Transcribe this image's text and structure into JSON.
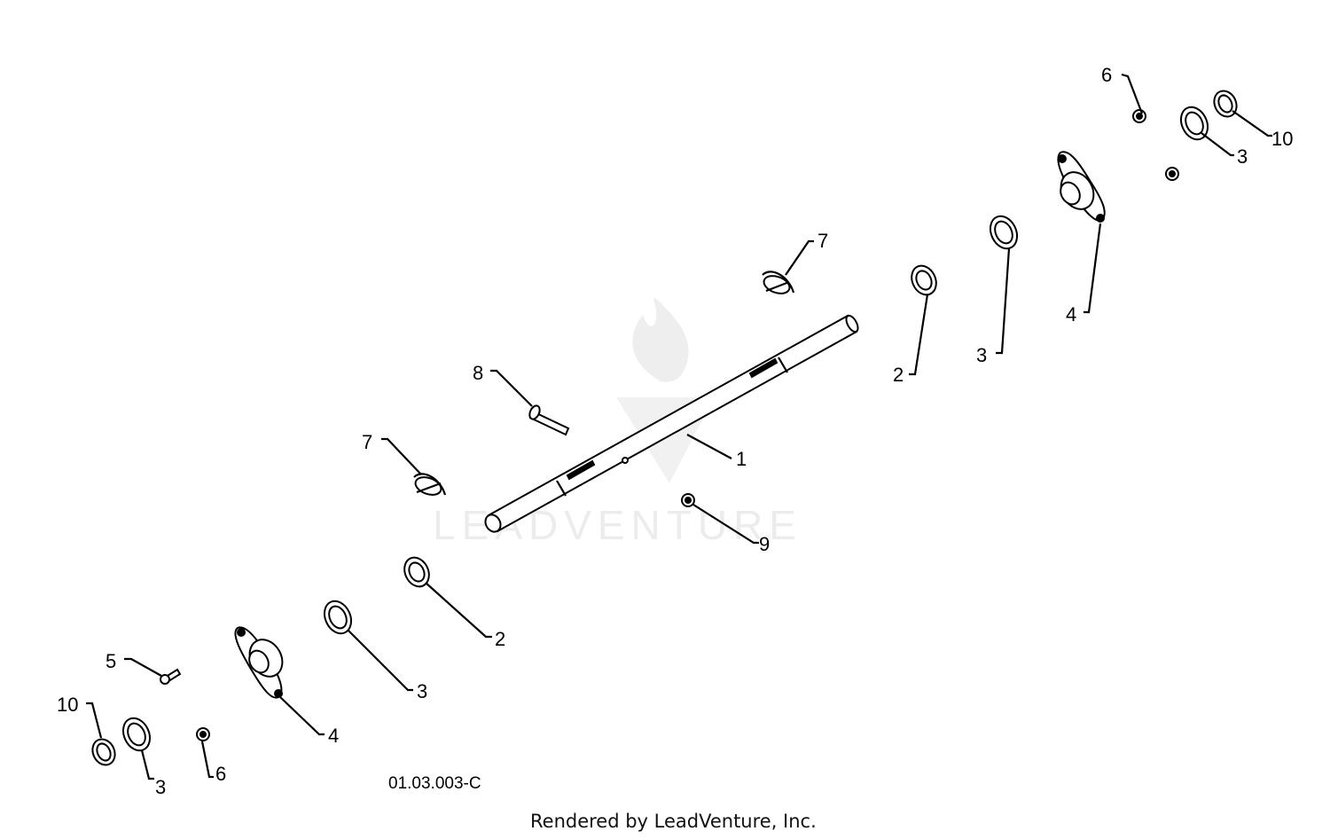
{
  "watermark": {
    "brand": "LEADVENTURE"
  },
  "drawing_code": "01.03.003-C",
  "footer": {
    "rendered_by": "Rendered by LeadVenture, Inc."
  },
  "callouts": {
    "c1": "1",
    "c2a": "2",
    "c2b": "2",
    "c3a": "3",
    "c3b": "3",
    "c3c": "3",
    "c3d": "3",
    "c4a": "4",
    "c4b": "4",
    "c5": "5",
    "c6a": "6",
    "c6b": "6",
    "c7a": "7",
    "c7b": "7",
    "c8": "8",
    "c9": "9",
    "c10a": "10",
    "c10b": "10"
  }
}
